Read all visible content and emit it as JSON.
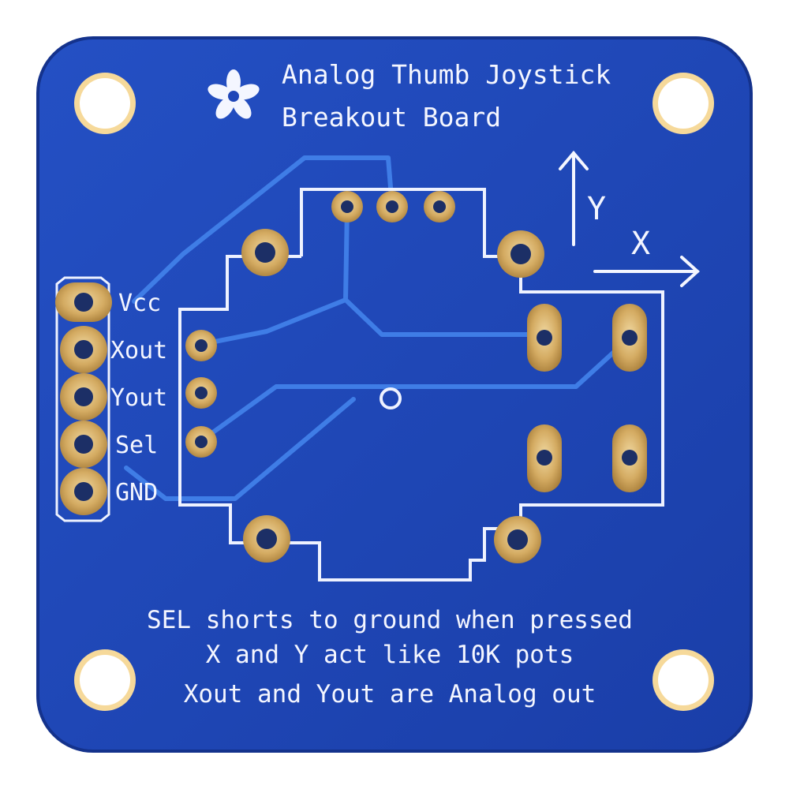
{
  "board": {
    "title_line1": "Analog Thumb Joystick",
    "title_line2": "Breakout Board",
    "axis_y_label": "Y",
    "axis_x_label": "X",
    "pins": [
      {
        "label": "Vcc"
      },
      {
        "label": "Xout"
      },
      {
        "label": "Yout"
      },
      {
        "label": "Sel"
      },
      {
        "label": "GND"
      }
    ],
    "notes": [
      "SEL shorts to ground when pressed",
      "X and Y act like 10K pots",
      "Xout and Yout are Analog out"
    ]
  },
  "colors": {
    "pcb": "#1f46b8",
    "pcb_edge": "#17379a",
    "trace": "#3c78e0",
    "silkscreen": "#f4f6ff",
    "pad_gold": "#c9a15a",
    "pad_gold_light": "#e6c88a",
    "hole": "#ffffff"
  },
  "icons": {
    "logo": "adafruit-flower-icon",
    "axis_y": "arrow-up-icon",
    "axis_x": "arrow-right-icon"
  }
}
